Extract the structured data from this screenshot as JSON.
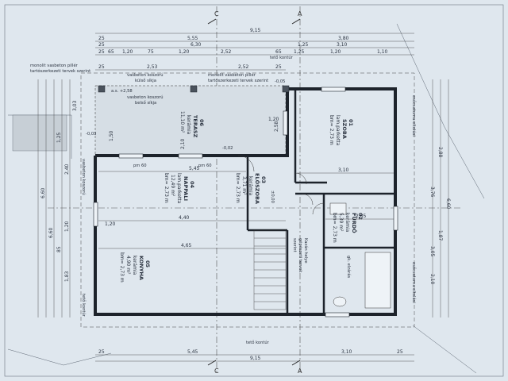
{
  "axes": {
    "c": "C",
    "a": "A"
  },
  "top_dims": {
    "row1": "9,15",
    "row2": [
      "25",
      "5,55",
      "3,80"
    ],
    "row3": [
      "25",
      "6,30",
      "1,25",
      "3,10"
    ],
    "row4": [
      "25",
      "65",
      "1,20",
      "75",
      "1,20",
      "2,52",
      "65",
      "1,25",
      "1,20",
      "1,10"
    ],
    "row5": [
      "25",
      "2,53",
      "2,52",
      "25"
    ]
  },
  "bottom_dims": {
    "row1": [
      "25",
      "5,45",
      "3,10",
      "25"
    ],
    "row2": "9,15"
  },
  "rooms": [
    {
      "num": "06",
      "name": "TERASZ",
      "floor": "kerámia",
      "area": "11,10 m²"
    },
    {
      "num": "01",
      "name": "SZOBA",
      "floor": "lam.parketta",
      "height": "bm= 2,73 m"
    },
    {
      "num": "04",
      "name": "NAPPALI",
      "floor": "lam.parketta",
      "area": "12,49 m²",
      "height": "bm= 2,73 m"
    },
    {
      "num": "03",
      "name": "ELŐSZOBA",
      "floor": "kerámia",
      "area": "3,71 m²",
      "height": "bm= 2,73 m"
    },
    {
      "num": "02",
      "name": "FÜRDŐ",
      "floor": "kerámia",
      "area": "5,39 m²",
      "height": "bm= 2,73 m"
    },
    {
      "num": "05",
      "name": "KONYHA",
      "floor": "kerámia",
      "area": "4,90 m²",
      "height": "bm= 2,73 m"
    }
  ],
  "notes": {
    "monolit1": "monolit vasbeton pillér",
    "monolit2": "tartószerkezeti tervek szerint",
    "koszoru_kulso1": "vasbeton koszorú",
    "koszoru_kulso2": "külső síkja",
    "koszoru_belso1": "vasbeton koszorú",
    "koszoru_belso2": "belső síkja",
    "pill2a": "monolit vasbeton pillér",
    "pill2b": "tartószerkezeti tervek szerint",
    "tető1": "tető kontúr",
    "tető2": "tető kontúr",
    "tető3": "tető kontúr",
    "ereszcsatorna1": "esőcsatorna eltolási",
    "ereszcsatorna2": "esőcsatorna eltolási",
    "koszoru_side": "vasbeton koszorú",
    "ga": "gk. elzárás",
    "aa_pos": "a.s. +2,58",
    "aa_neg": "-0,05",
    "lvl1": "-0,03",
    "lvl2": "-0,02",
    "lvl3": "±0,00",
    "stair_note1": "Kazán helye",
    "stair_note2": "gépészeti tervek",
    "stair_note3": "szerint",
    "pm60": "pm 60",
    "pm60b": "pm 60"
  },
  "inner_dims": {
    "terasz_w": "5,45",
    "nappali_w": "4,40",
    "konyha_w": "4,65",
    "szoba_w": "3,10",
    "furdo_w": "2,05",
    "d120": "1,20",
    "d150": "1,50",
    "d210": "2,10",
    "d258": "2,58",
    "d120b": "1,20"
  },
  "side_dims": {
    "left": [
      "6,60",
      "6,60",
      "1,25",
      "2,40",
      "1,20",
      "85",
      "1,83",
      "3,03"
    ],
    "right": [
      "2,88",
      "3,76",
      "3,05",
      "2,10",
      "6,60",
      "1,87"
    ]
  }
}
